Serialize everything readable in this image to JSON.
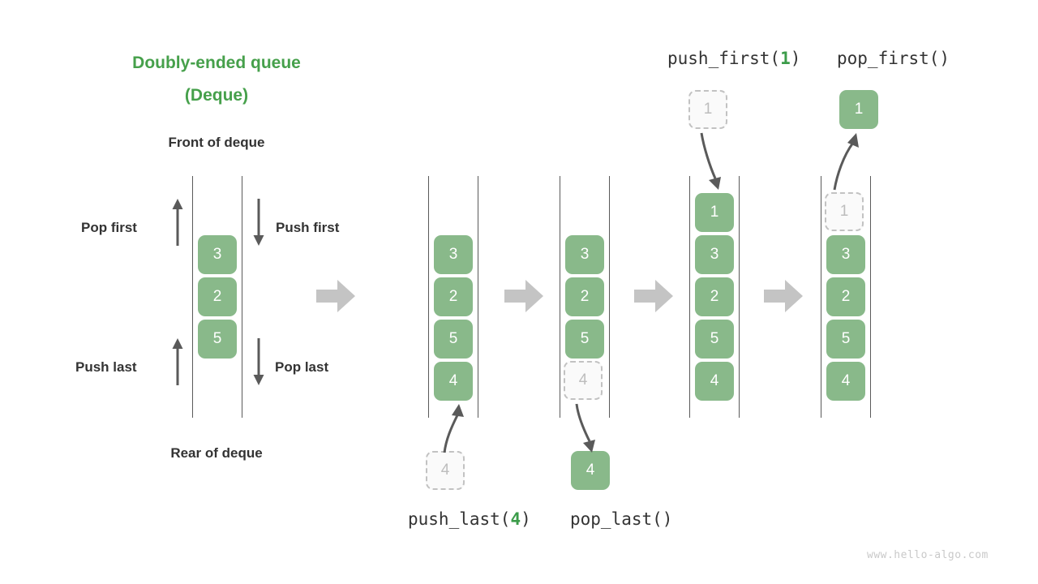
{
  "diagram": {
    "title_line1": "Doubly-ended queue",
    "title_line2": "(Deque)",
    "front_label": "Front of deque",
    "rear_label": "Rear of deque",
    "watermark": "www.hello-algo.com",
    "accent_green": "#46a04b",
    "box_green": "#89b98a",
    "ghost_gray": "#bdbdbd",
    "arrow_gray": "#5a5a5a",
    "block_arrow_gray": "#c4c4c4"
  },
  "operations": {
    "pop_first_label": "Pop first",
    "push_first_label": "Push first",
    "push_last_label": "Push last",
    "pop_last_label": "Pop last"
  },
  "code_labels": {
    "push_first_name": "push_first(",
    "push_first_arg": "1",
    "push_first_close": ")",
    "pop_first": "pop_first()",
    "push_last_name": "push_last(",
    "push_last_arg": "4",
    "push_last_close": ")",
    "pop_last": "pop_last()"
  },
  "panels": [
    {
      "name": "initial-deque",
      "items": [
        {
          "value": "3",
          "ghost": false
        },
        {
          "value": "2",
          "ghost": false
        },
        {
          "value": "5",
          "ghost": false
        }
      ]
    },
    {
      "name": "after-push-last",
      "items": [
        {
          "value": "3",
          "ghost": false
        },
        {
          "value": "2",
          "ghost": false
        },
        {
          "value": "5",
          "ghost": false
        },
        {
          "value": "4",
          "ghost": false
        }
      ],
      "floating": {
        "value": "4",
        "ghost": true
      }
    },
    {
      "name": "after-pop-last",
      "items": [
        {
          "value": "3",
          "ghost": false
        },
        {
          "value": "2",
          "ghost": false
        },
        {
          "value": "5",
          "ghost": false
        },
        {
          "value": "4",
          "ghost": true
        }
      ],
      "floating": {
        "value": "4",
        "ghost": false
      }
    },
    {
      "name": "after-push-first",
      "items": [
        {
          "value": "1",
          "ghost": false
        },
        {
          "value": "3",
          "ghost": false
        },
        {
          "value": "2",
          "ghost": false
        },
        {
          "value": "5",
          "ghost": false
        },
        {
          "value": "4",
          "ghost": false
        }
      ],
      "floating": {
        "value": "1",
        "ghost": true
      }
    },
    {
      "name": "after-pop-first",
      "items": [
        {
          "value": "1",
          "ghost": true
        },
        {
          "value": "3",
          "ghost": false
        },
        {
          "value": "2",
          "ghost": false
        },
        {
          "value": "5",
          "ghost": false
        },
        {
          "value": "4",
          "ghost": false
        }
      ],
      "floating": {
        "value": "1",
        "ghost": false
      }
    }
  ]
}
